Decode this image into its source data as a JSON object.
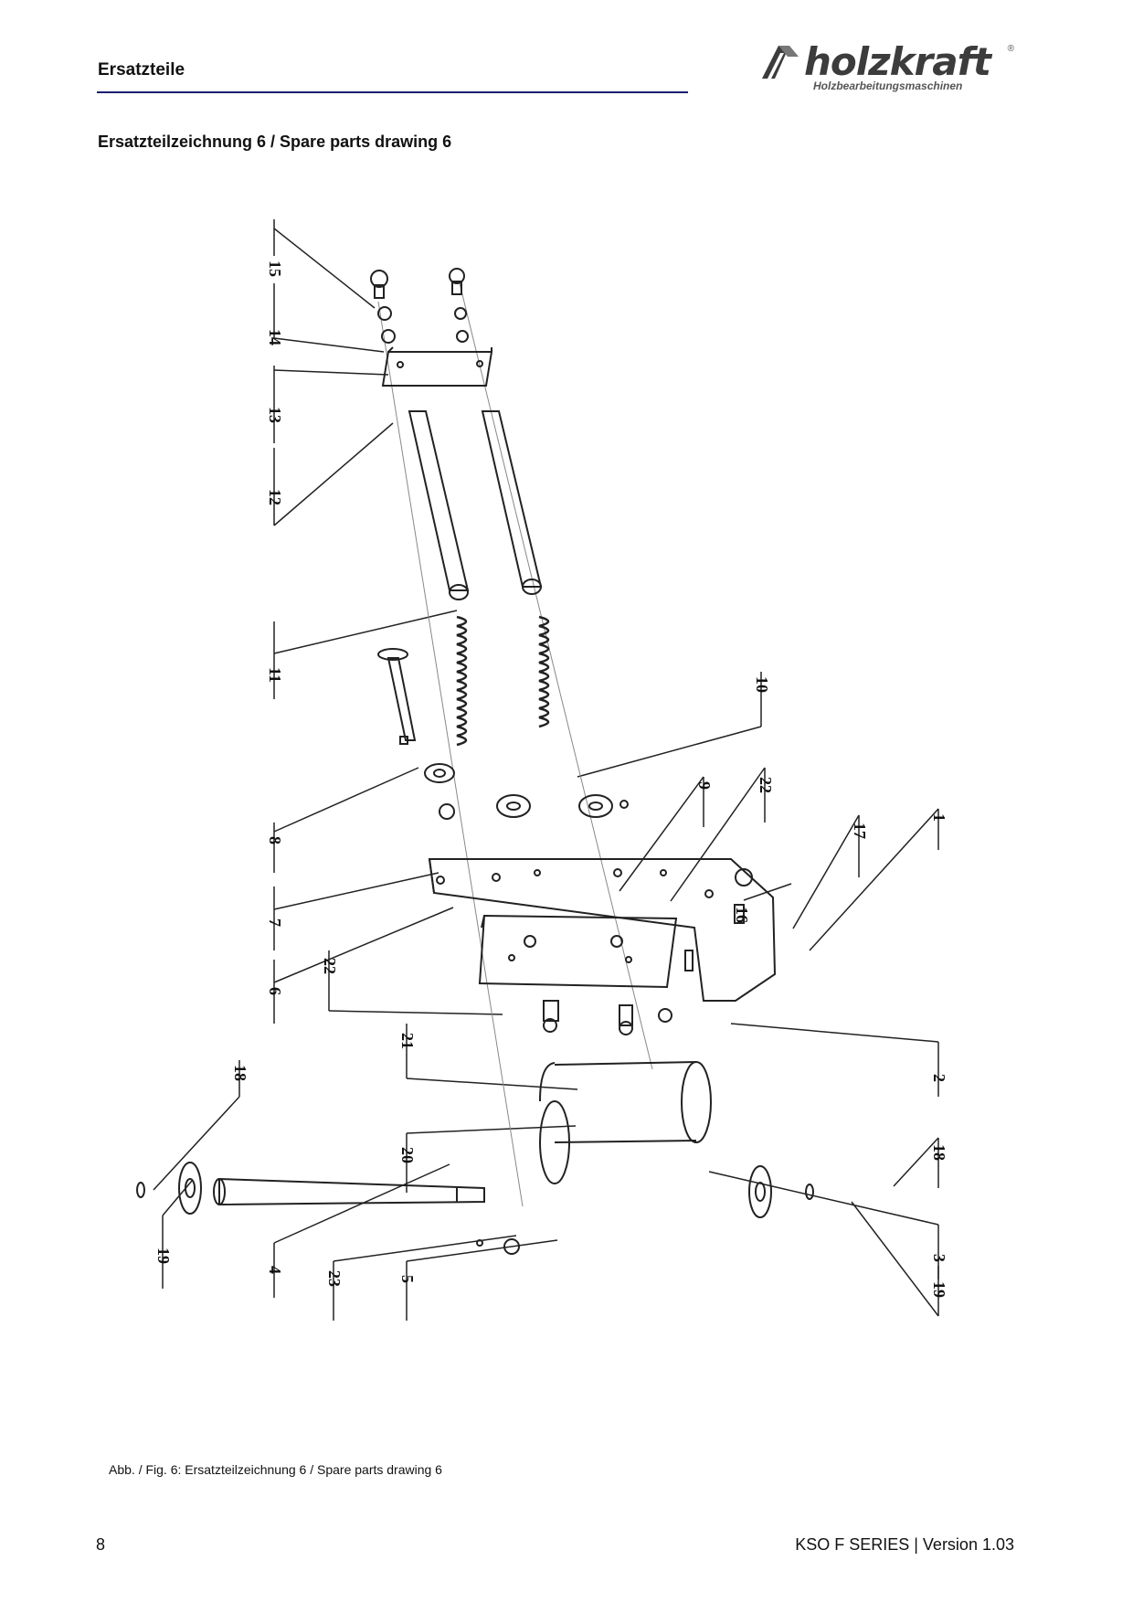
{
  "header": {
    "section_title": "Ersatzteile",
    "logo": {
      "wordmark": "holzkraft",
      "registered": "®",
      "tagline": "Holzbearbeitungsmaschinen"
    }
  },
  "drawing": {
    "title": "Ersatzteilzeichnung 6 / Spare parts drawing 6",
    "labels": {
      "p1": "1",
      "p2": "2",
      "p3": "3",
      "p4": "4",
      "p5": "5",
      "p6": "6",
      "p7": "7",
      "p8": "8",
      "p9": "9",
      "p10": "10",
      "p11": "11",
      "p12": "12",
      "p13": "13",
      "p14": "14",
      "p15": "15",
      "p16": "16",
      "p17": "17",
      "p18a": "18",
      "p18b": "18",
      "p19a": "19",
      "p19b": "19",
      "p20": "20",
      "p21": "21",
      "p22a": "22",
      "p22b": "22",
      "p23": "23"
    },
    "caption": "Abb. / Fig. 6: Ersatzteilzeichnung 6 / Spare parts drawing 6"
  },
  "footer": {
    "page_number": "8",
    "document": "KSO F SERIES | Version 1.03"
  },
  "colors": {
    "rule": "#1a1f6e",
    "logo_gray": "#3c3c3c"
  }
}
